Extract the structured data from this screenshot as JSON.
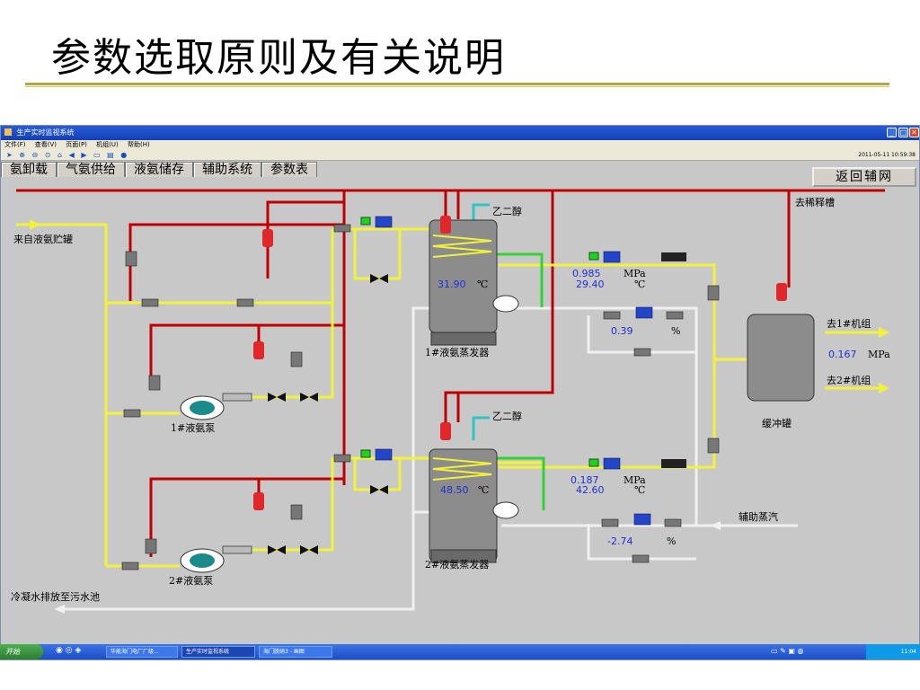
{
  "slide": {
    "title": "参数选取原则及有关说明"
  },
  "window": {
    "title": "生产实时监视系统",
    "menu": [
      "文件(F)",
      "查看(V)",
      "页面(P)",
      "机组(U)",
      "帮助(H)"
    ],
    "timestamp": "2011-05-11 10:59:38",
    "controls": {
      "minimize": "_",
      "maximize": "□",
      "close": "✕"
    }
  },
  "tabs": [
    "氨卸载",
    "气氨供给",
    "液氨储存",
    "辅助系统",
    "参数表"
  ],
  "return_button": "返回辅网",
  "diagram": {
    "labels": {
      "from_tank": "来自液氨贮罐",
      "to_dilution": "去稀释槽",
      "glycol_1": "乙二醇",
      "glycol_2": "乙二醇",
      "evap1": "1#液氨蒸发器",
      "evap2": "2#液氨蒸发器",
      "pump1": "1#液氨泵",
      "pump2": "2#液氨泵",
      "buffer": "缓冲罐",
      "to_unit1": "去1#机组",
      "to_unit2": "去2#机组",
      "aux_steam": "辅助蒸汽",
      "drain": "冷凝水排放至污水池"
    },
    "readings": {
      "evap1_temp": "31.90",
      "evap1_temp_unit": "℃",
      "evap2_temp": "48.50",
      "evap2_temp_unit": "℃",
      "line1_pressure": "0.985",
      "line1_pressure_unit": "MPa",
      "line1_temp": "29.40",
      "line1_temp_unit": "℃",
      "line1_valve": "0.39",
      "line1_valve_unit": "%",
      "line2_pressure": "0.187",
      "line2_pressure_unit": "MPa",
      "line2_temp": "42.60",
      "line2_temp_unit": "℃",
      "line2_valve": "-2.74",
      "line2_valve_unit": "%",
      "outlet_pressure": "0.167",
      "outlet_pressure_unit": "MPa"
    },
    "colors": {
      "ammonia_liquid": "#f2f23a",
      "safety_line": "#c00000",
      "glycol": "#2ec4c4",
      "steam": "#f0f0f0",
      "hot_coil": "#34d134",
      "vessel": "#8c8c8c",
      "value_text": "#1f2fd6"
    }
  },
  "taskbar": {
    "start": "开始",
    "items": [
      "华能海门电厂厂级...",
      "生产实时监视系统",
      "海门脱硝3 - 画图"
    ],
    "clock": "11:04"
  }
}
